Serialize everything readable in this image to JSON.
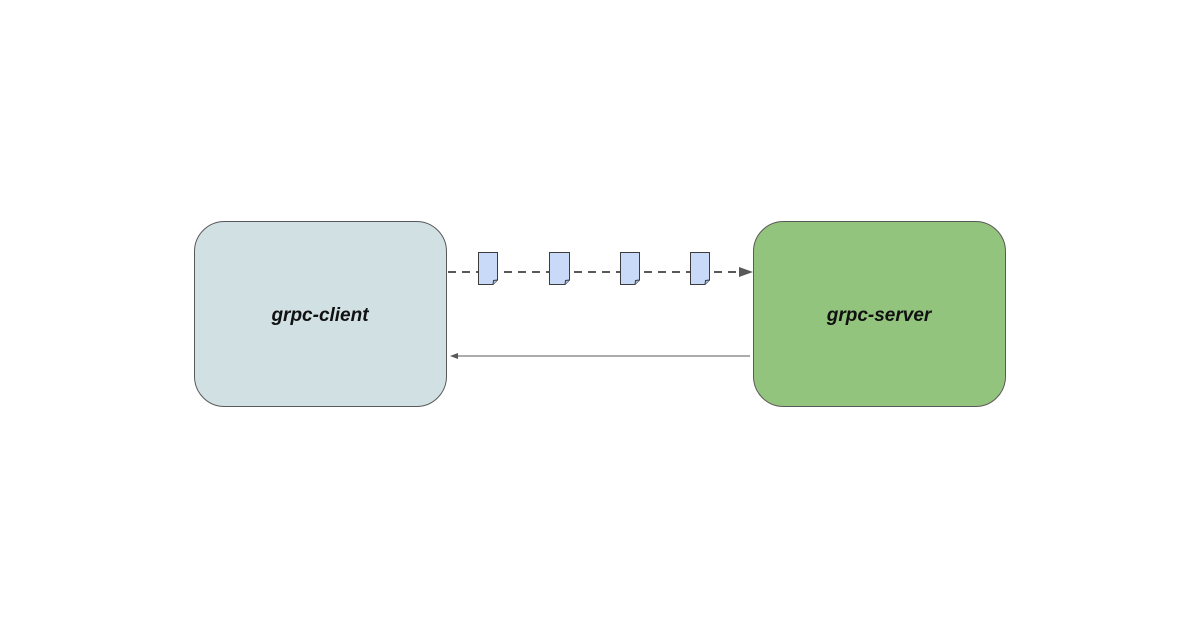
{
  "nodes": {
    "client": {
      "label": "grpc-client",
      "fill": "#d1e0e3",
      "stroke": "#595959"
    },
    "server": {
      "label": "grpc-server",
      "fill": "#93c47d",
      "stroke": "#595959"
    }
  },
  "edges": {
    "stream": {
      "from": "client",
      "to": "server",
      "style": "dashed",
      "message_count": 4
    },
    "response": {
      "from": "server",
      "to": "client",
      "style": "solid"
    }
  },
  "colors": {
    "message_fill": "#c9daf8",
    "message_stroke": "#3c3c3c",
    "arrow": "#595959"
  }
}
